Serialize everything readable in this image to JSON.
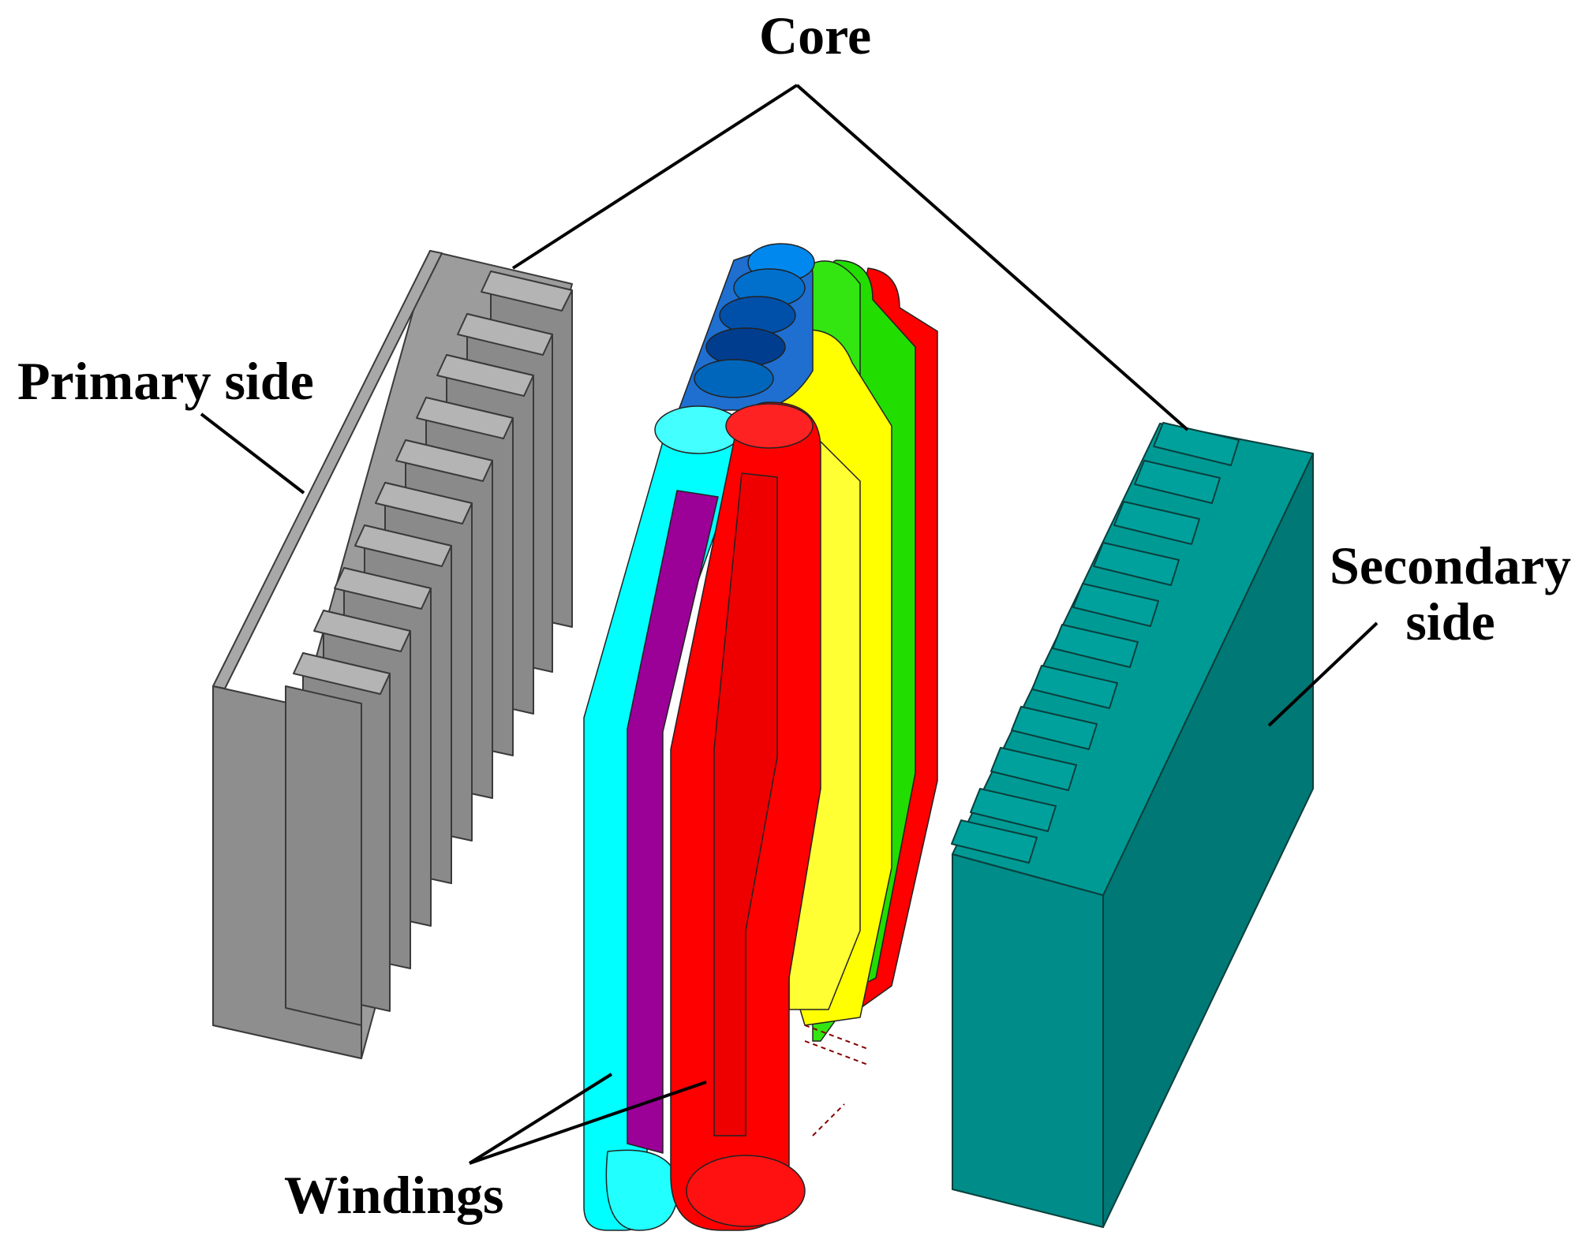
{
  "labels": {
    "core": "Core",
    "primary_side": "Primary side",
    "secondary_line1": "Secondary",
    "secondary_line2": "side",
    "windings": "Windings"
  },
  "colors": {
    "primary_core": "#8c8c8c",
    "secondary_core": "#008a86",
    "winding_cyan": "#00ffff",
    "winding_purple": "#9b0097",
    "winding_red": "#ff0000",
    "winding_yellow": "#ffff00",
    "winding_green": "#22dd00",
    "winding_blue": "#0077dd"
  }
}
